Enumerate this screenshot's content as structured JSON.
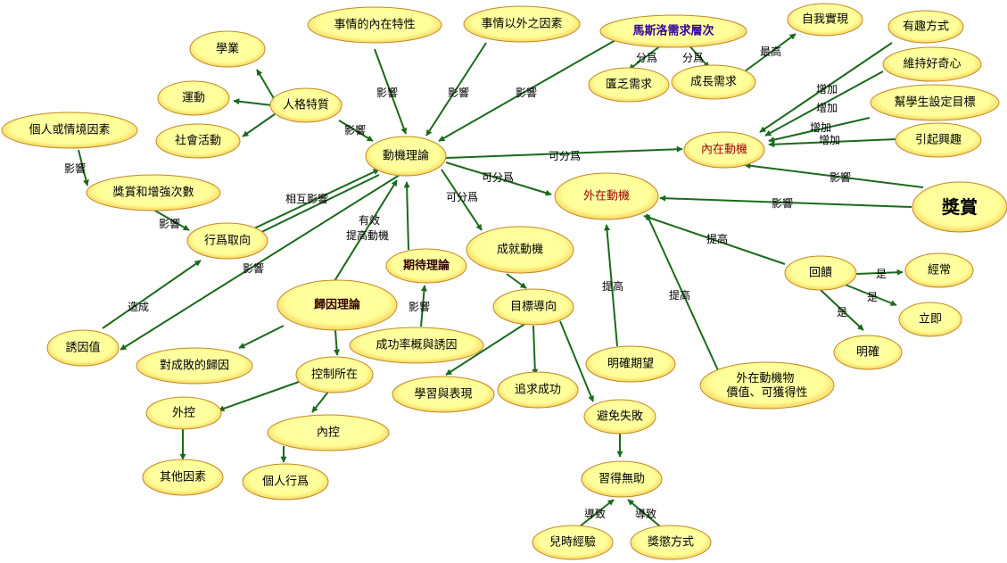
{
  "colors": {
    "node_fill": "#ffff99",
    "node_fill_edge": "#f5c24a",
    "node_stroke": "#c08a2a",
    "edge": "#1a6a1a",
    "maslow_text": "#330099",
    "intrinsic_text": "#990000"
  },
  "nodes": {
    "n1": "事情的內在特性",
    "n2": "事情以外之因素",
    "n3": "馬斯洛需求層次",
    "n4": "自我實現",
    "n5": "有趣方式",
    "n6": "學業",
    "n7": "運動",
    "n8": "人格特質",
    "n9": "社會活動",
    "n10": "匱乏需求",
    "n11": "成長需求",
    "n12": "維持好奇心",
    "n13": "幫學生設定目標",
    "n14": "個人或情境因素",
    "n15": "引起興趣",
    "n16": "動機理論",
    "n17": "內在動機",
    "n18": "獎賞和增強次數",
    "n19": "外在動機",
    "n20": "獎賞",
    "n21": "行爲取向",
    "n22": "成就動機",
    "n23": "期待理論",
    "n24": "回饋",
    "n25": "經常",
    "n26": "歸因理論",
    "n27": "目標導向",
    "n28": "立即",
    "n29": "誘因值",
    "n30": "成功率概與誘因",
    "n31": "明確",
    "n32": "對成敗的歸因",
    "n33": "明確期望",
    "n34": "控制所在",
    "n35": "學習與表現",
    "n36": "追求成功",
    "n37": "外在動機物價值、可獲得性",
    "n38": "外控",
    "n39": "避免失敗",
    "n40": "內控",
    "n41": "其他因素",
    "n42": "個人行爲",
    "n43": "習得無助",
    "n44": "兒時經驗",
    "n45": "獎懲方式"
  },
  "edge_labels": {
    "e1": "影響",
    "e2": "影響",
    "e3": "影響",
    "e4": "影響",
    "e5": "分爲",
    "e6": "分爲",
    "e7": "最高",
    "e8": "增加",
    "e9": "增加",
    "e10": "增加",
    "e11": "增加",
    "e12": "影響",
    "e13": "影響",
    "e14": "影響",
    "e15": "可分爲",
    "e16": "可分爲",
    "e17": "可分爲",
    "e18": "相互影響",
    "e19": "影響",
    "e20": "影響",
    "e21": "有效",
    "e22": "提高動機",
    "e23": "提高",
    "e24": "提高",
    "e25": "提高",
    "e26": "是",
    "e27": "是",
    "e28": "是",
    "e29": "造成",
    "e30": "影響",
    "e31": "導致",
    "e32": "導致"
  }
}
